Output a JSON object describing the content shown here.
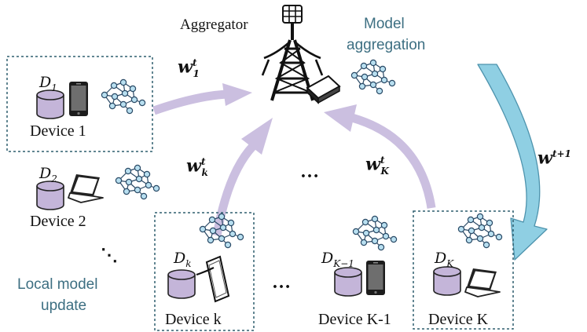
{
  "title": {
    "aggregator": "Aggregator"
  },
  "annotations": {
    "model_aggregation": [
      "Model",
      "aggregation"
    ],
    "local_update": [
      "Local model",
      "update"
    ],
    "global_weight": {
      "base": "w",
      "sup": "t+1"
    }
  },
  "devices": [
    {
      "label": "Device 1",
      "dataset": {
        "base": "D",
        "sub": "1"
      },
      "device_type": "phone",
      "weight": {
        "base": "w",
        "sub": "1",
        "sup": "t"
      }
    },
    {
      "label": "Device 2",
      "dataset": {
        "base": "D",
        "sub": "2"
      },
      "device_type": "laptop"
    },
    {
      "label": "Device k",
      "dataset": {
        "base": "D",
        "sub": "k"
      },
      "device_type": "tablet",
      "weight": {
        "base": "w",
        "sub": "k",
        "sup": "t"
      }
    },
    {
      "label": "Device K-1",
      "dataset": {
        "base": "D",
        "sub": "K−1"
      },
      "device_type": "phone"
    },
    {
      "label": "Device K",
      "dataset": {
        "base": "D",
        "sub": "K"
      },
      "device_type": "laptop",
      "weight": {
        "base": "w",
        "sub": "K",
        "sup": "t"
      }
    }
  ],
  "ellipses": {
    "center": "…",
    "bottom": "…",
    "left": "⋱"
  },
  "icons": [
    "tower-icon",
    "router-icon",
    "database-icon",
    "phone-icon",
    "laptop-icon",
    "tablet-icon",
    "neural-network-icon"
  ],
  "colors": {
    "arrow": "#cbbfe0",
    "teal_arrow": "#8fcfe3",
    "teal_text": "#3d6f82",
    "box_border": "#2f5f6e",
    "cylinder_fill": "#c4b5d9",
    "node_fill": "#b8dff0",
    "node_stroke": "#2a4a66"
  }
}
